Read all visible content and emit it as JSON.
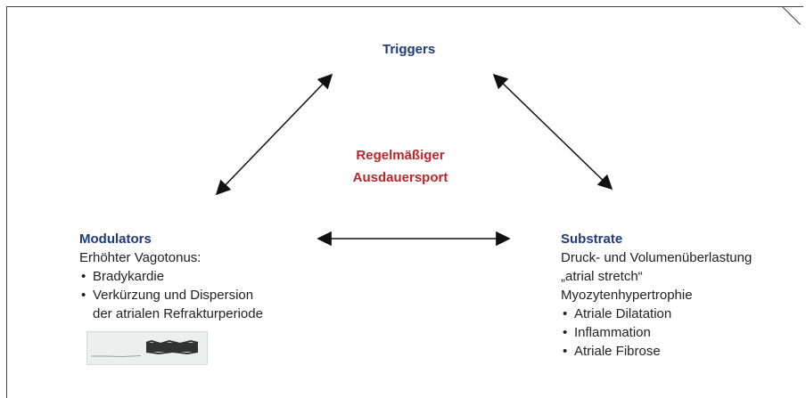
{
  "triggers": {
    "title": "Triggers"
  },
  "center": {
    "line1": "Regelmäßiger",
    "line2": "Ausdauersport"
  },
  "modulators": {
    "title": "Modulators",
    "subtitle": "Erhöhter Vagotonus:",
    "items": [
      "Bradykardie",
      "Verkürzung und Dispersion\nder atrialen Refrakturperiode"
    ]
  },
  "substrate": {
    "title": "Substrate",
    "lines": [
      "Druck- und Volumenüberlastung",
      "„atrial stretch“",
      "Myozytenhypertrophie"
    ],
    "items": [
      "Atriale Dilatation",
      "Inflammation",
      "Atriale Fibrose"
    ]
  },
  "colors": {
    "title": "#1f3a78",
    "center": "#b5282b",
    "frame": "#444444",
    "arrow": "#111111"
  },
  "icons": {
    "ecg": "ecg-strip-image"
  }
}
